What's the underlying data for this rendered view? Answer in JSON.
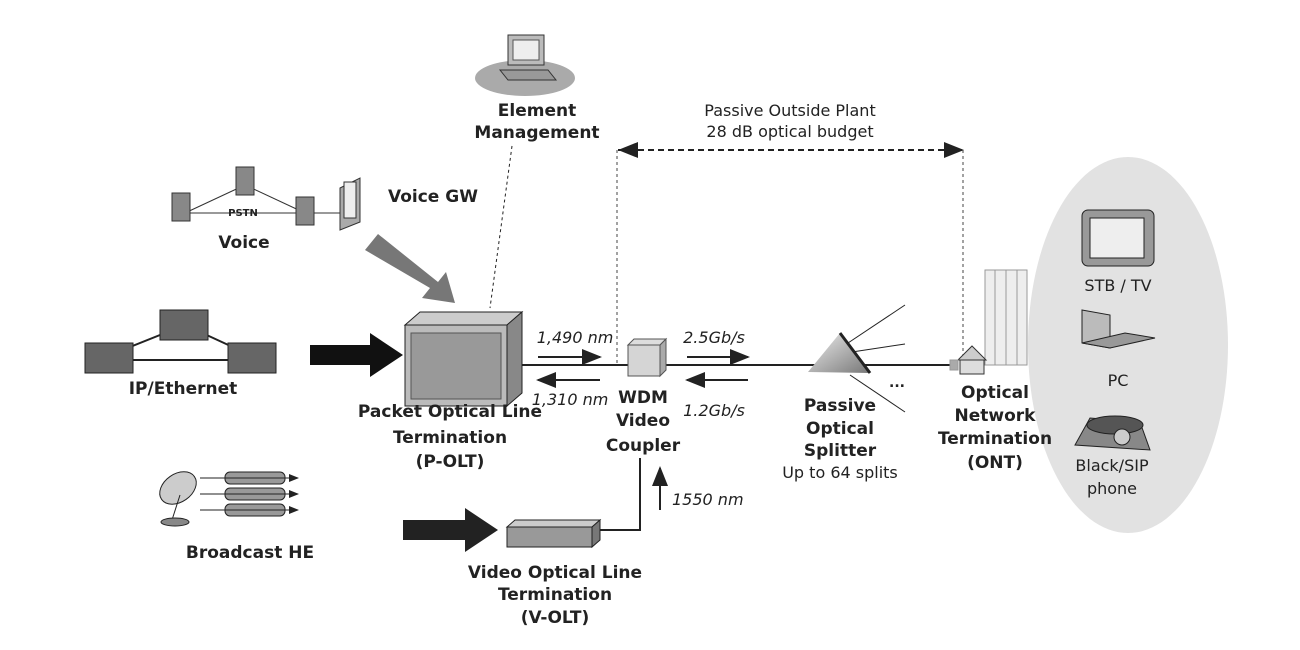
{
  "element_management": {
    "line1": "Element",
    "line2": "Management"
  },
  "outside_plant": {
    "line1": "Passive Outside Plant",
    "line2": "28 dB optical budget"
  },
  "voice": {
    "pstn": "PSTN",
    "gateway": "Voice GW",
    "label": "Voice"
  },
  "ip": {
    "label": "IP/Ethernet"
  },
  "p_olt": {
    "line1": "Packet Optical Line",
    "line2": "Termination",
    "line3": "(P-OLT)"
  },
  "downstream": {
    "wavelength": "1,490 nm",
    "rate": "2.5Gb/s"
  },
  "upstream": {
    "wavelength": "1,310 nm",
    "rate": "1.2Gb/s"
  },
  "wdm": {
    "line1": "WDM",
    "line2": "Video",
    "line3": "Coupler"
  },
  "splitter": {
    "line1": "Passive",
    "line2": "Optical",
    "line3": "Splitter",
    "line4": "Up to 64 splits",
    "ellipsis": "..."
  },
  "ont": {
    "line1": "Optical",
    "line2": "Network",
    "line3": "Termination",
    "line4": "(ONT)"
  },
  "customer": {
    "tv": "STB / TV",
    "pc": "PC",
    "phone1": "Black/SIP",
    "phone2": "phone"
  },
  "broadcast": {
    "label": "Broadcast HE"
  },
  "v_olt": {
    "line1": "Video Optical Line",
    "line2": "Termination",
    "line3": "(V-OLT)",
    "wavelength": "1550 nm"
  }
}
